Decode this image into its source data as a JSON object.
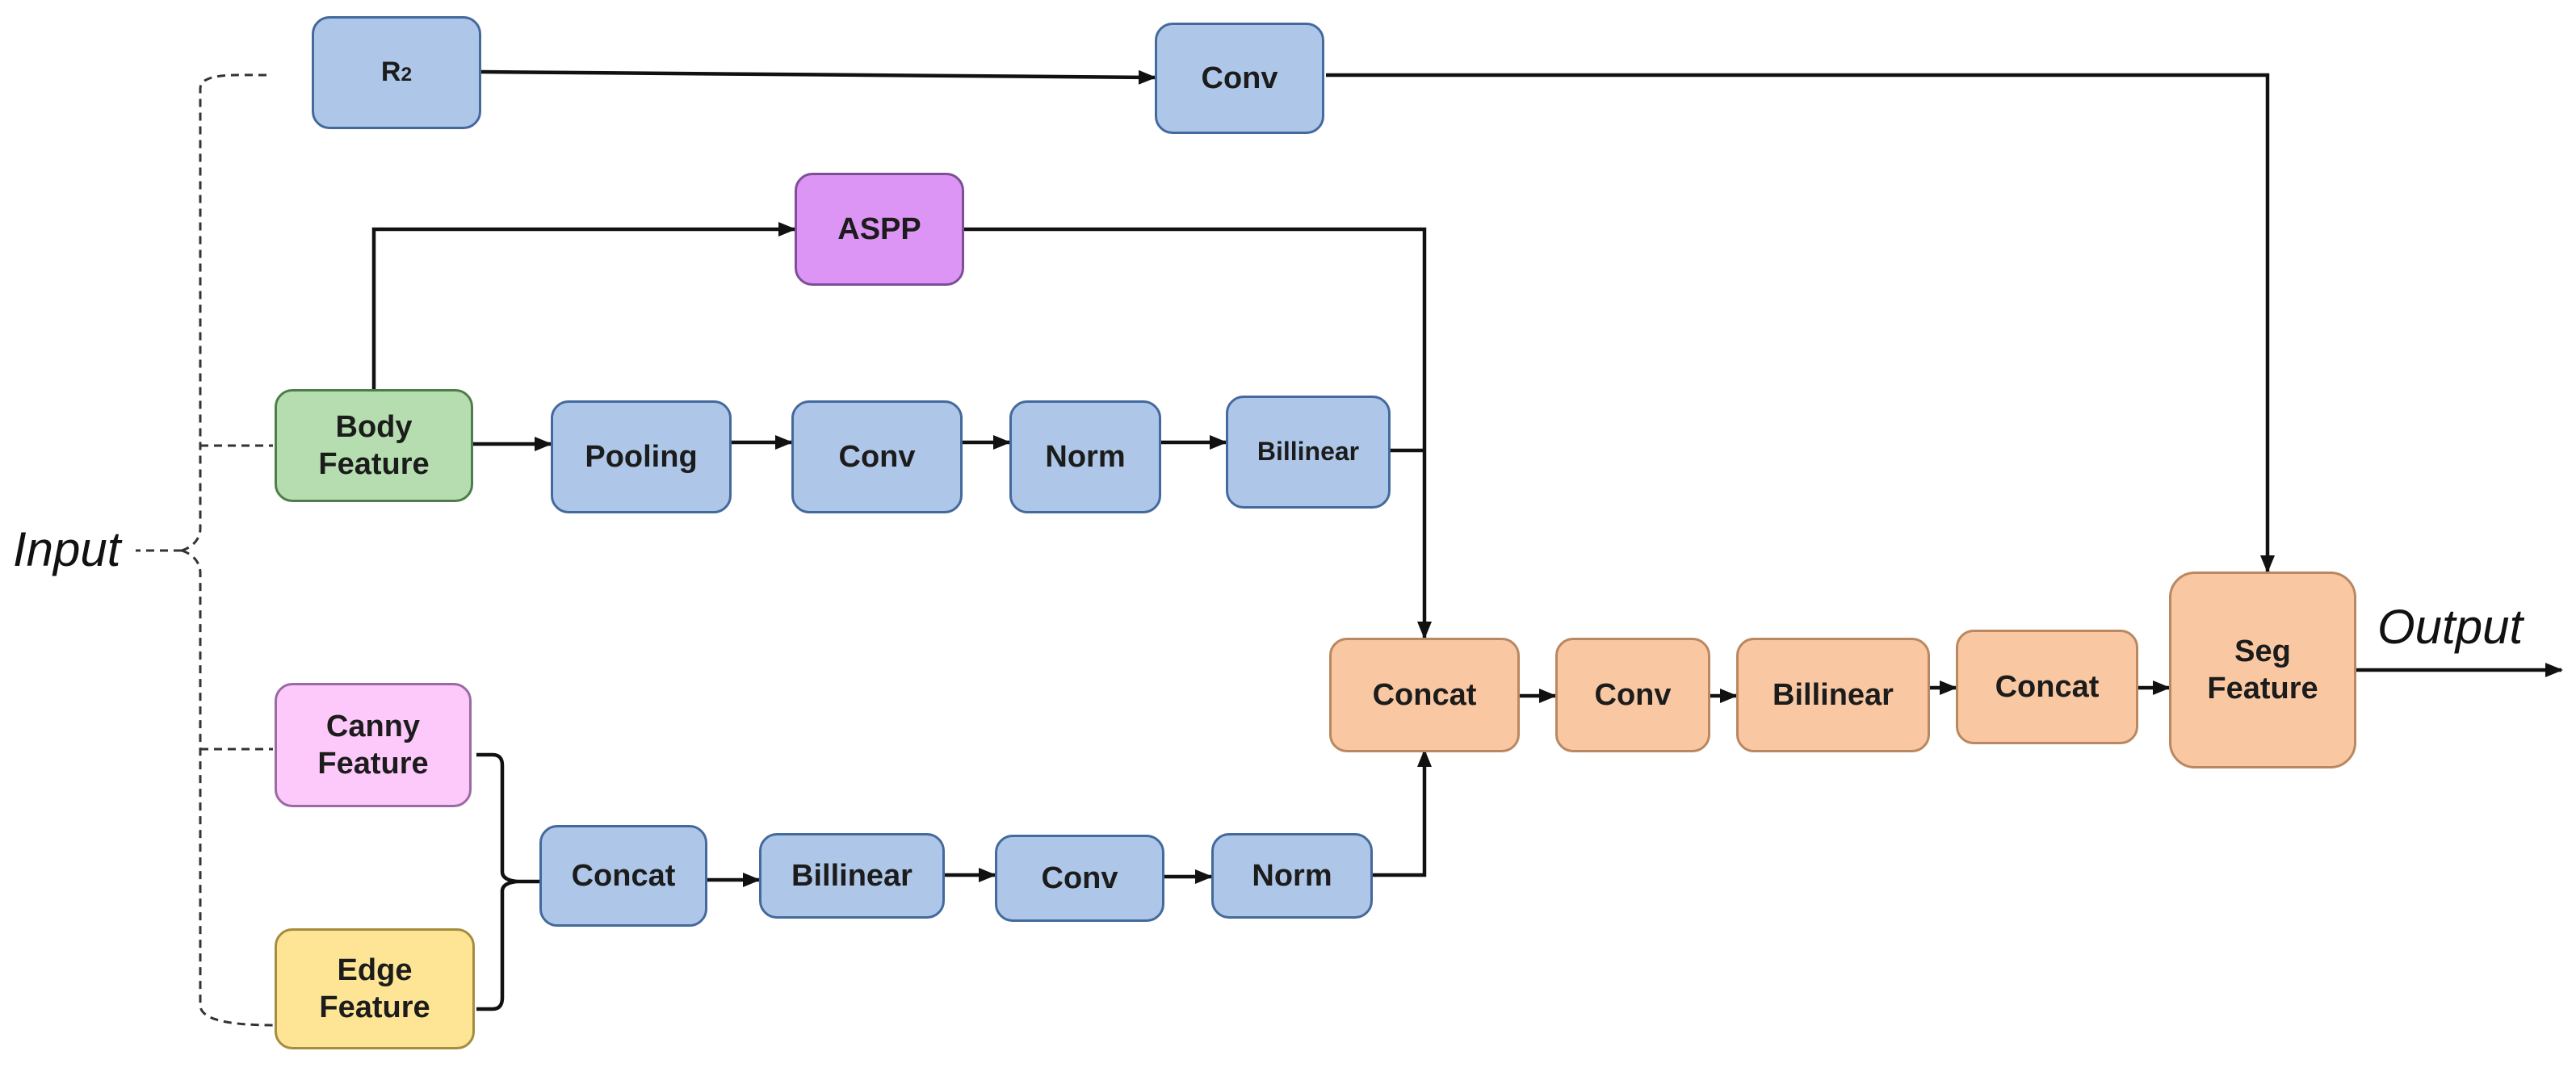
{
  "nodes": {
    "r2": {
      "main": "R",
      "sub": "2"
    },
    "conv_top": "Conv",
    "aspp": "ASPP",
    "body_feature": "Body\nFeature",
    "pooling": "Pooling",
    "conv_mid": "Conv",
    "norm_mid": "Norm",
    "billinear_mid": "Billinear",
    "canny_feature": "Canny\nFeature",
    "edge_feature": "Edge\nFeature",
    "concat_low": "Concat",
    "billinear_low": "Billinear",
    "conv_low": "Conv",
    "norm_low": "Norm",
    "concat_a": "Concat",
    "conv_right": "Conv",
    "billinear_right": "Billinear",
    "concat_b": "Concat",
    "seg_feature": "Seg\nFeature"
  },
  "labels": {
    "input": "Input",
    "output": "Output"
  },
  "colors": {
    "blue": "#aec7e8",
    "green": "#b5ddb0",
    "pink": "#fdc9fb",
    "yellow": "#fde595",
    "purple": "#dd95f5",
    "orange": "#f9c8a3",
    "line": "#111111"
  }
}
